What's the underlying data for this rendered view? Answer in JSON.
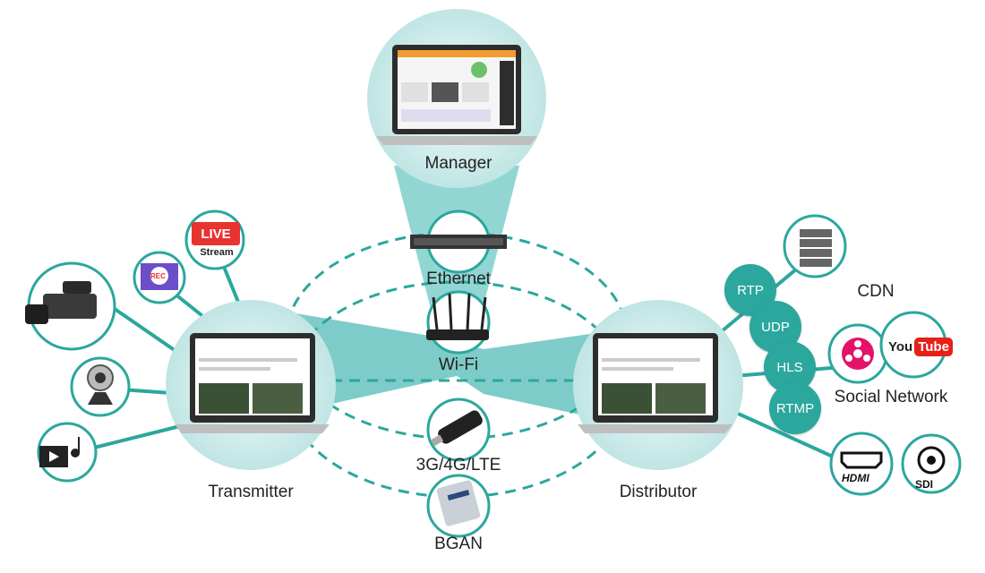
{
  "nodes": {
    "manager": "Manager",
    "transmitter": "Transmitter",
    "distributor": "Distributor"
  },
  "links": {
    "ethernet": "Ethernet",
    "wifi": "Wi-Fi",
    "cellular": "3G/4G/LTE",
    "bgan": "BGAN"
  },
  "protocols": [
    "RTP",
    "UDP",
    "HLS",
    "RTMP"
  ],
  "outputs": {
    "cdn": "CDN",
    "social": "Social Network",
    "youtube_you": "You",
    "youtube_tube": "Tube",
    "hdmi": "HDMI",
    "sdi": "SDI"
  },
  "sources": {
    "live": "LIVE",
    "stream": "Stream",
    "rec": "REC"
  },
  "colors": {
    "teal": "#2ba79d",
    "teal_light": "#cdebea",
    "teal_fill": "#67c3c0",
    "live_red": "#e8332f",
    "youtube_red": "#e62117"
  }
}
